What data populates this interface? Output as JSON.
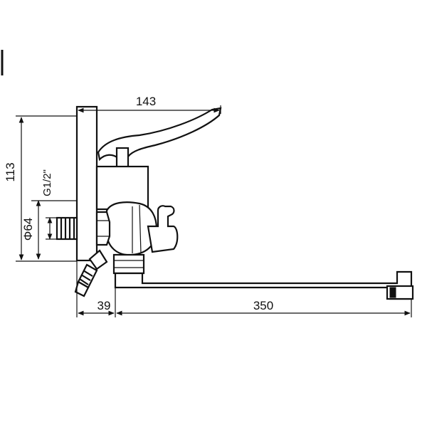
{
  "dimensions": {
    "handle_length": "143",
    "overall_height": "113",
    "thread_size": "G1/2\"",
    "body_diameter": "Φ64",
    "spout_offset": "39",
    "spout_length": "350"
  }
}
